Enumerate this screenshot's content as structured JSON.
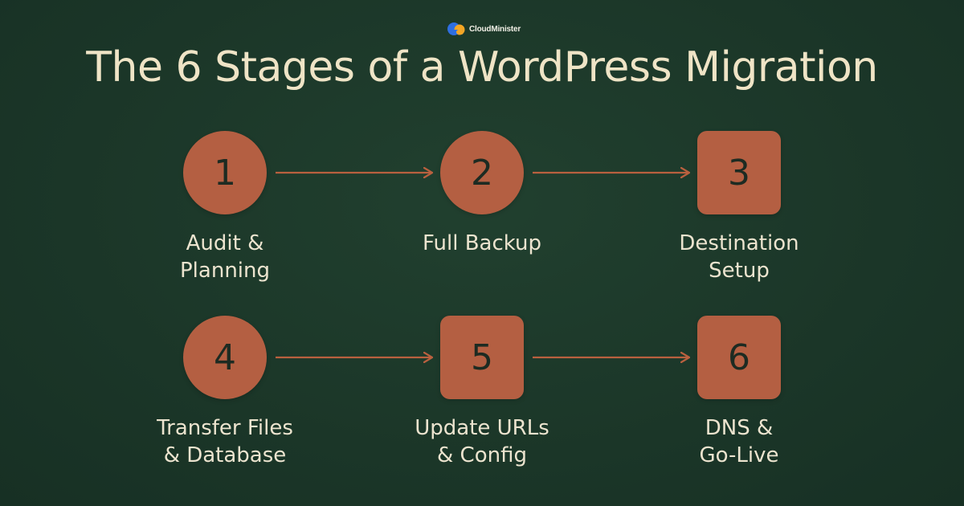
{
  "brand": {
    "name": "CloudMinister",
    "logo_icon": "cloud-logo-icon",
    "logo_colors": [
      "#2f6fe0",
      "#f5a623"
    ]
  },
  "title": "The 6 Stages of a WordPress Migration",
  "colors": {
    "background": "#1c3a2b",
    "node_fill": "#b45f42",
    "arrow": "#b9603f",
    "title_text": "#efe4c6",
    "label_text": "#ece4cf"
  },
  "stages": [
    {
      "number": "1",
      "label": "Audit &\nPlanning",
      "shape": "circle"
    },
    {
      "number": "2",
      "label": "Full Backup",
      "shape": "circle"
    },
    {
      "number": "3",
      "label": "Destination\nSetup",
      "shape": "rounded-square"
    },
    {
      "number": "4",
      "label": "Transfer Files\n& Database",
      "shape": "circle"
    },
    {
      "number": "5",
      "label": "Update URLs\n& Config",
      "shape": "rounded-square"
    },
    {
      "number": "6",
      "label": "DNS &\nGo-Live",
      "shape": "rounded-square"
    }
  ],
  "connections": [
    {
      "from": "1",
      "to": "2"
    },
    {
      "from": "2",
      "to": "3"
    },
    {
      "from": "4",
      "to": "5"
    },
    {
      "from": "5",
      "to": "6"
    }
  ]
}
